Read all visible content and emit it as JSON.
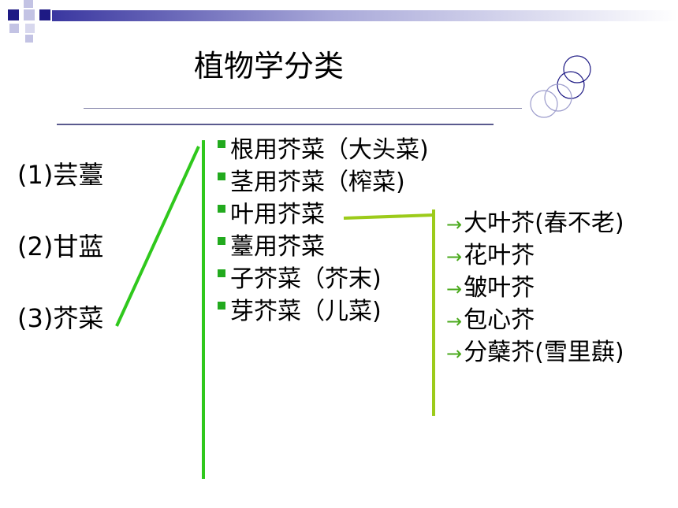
{
  "title": "植物学分类",
  "colors": {
    "primary_branch": "#2fc81c",
    "secondary_branch": "#9ccb1a",
    "bullet": "#22aa1e",
    "arrow": "#4aa91c",
    "deco_dark": "#1e1a84",
    "deco_light": "#c3c3e4"
  },
  "icons": [
    "bullet-square-icon",
    "arrow-right-icon",
    "circles-decoration-icon"
  ],
  "categories": [
    {
      "label": "(1)芸薹"
    },
    {
      "label": "(2)甘蓝"
    },
    {
      "label": "(3)芥菜"
    }
  ],
  "subtypes": [
    {
      "label": "根用芥菜（大头菜)"
    },
    {
      "label": "茎用芥菜（榨菜)"
    },
    {
      "label": "叶用芥菜"
    },
    {
      "label": "薹用芥菜"
    },
    {
      "label": "子芥菜（芥末)"
    },
    {
      "label": "芽芥菜（儿菜)"
    }
  ],
  "leaf_varieties": [
    {
      "label": "大叶芥(春不老)"
    },
    {
      "label": "花叶芥"
    },
    {
      "label": "皱叶芥"
    },
    {
      "label": "包心芥"
    },
    {
      "label": "分蘖芥(雪里蕻)"
    }
  ]
}
